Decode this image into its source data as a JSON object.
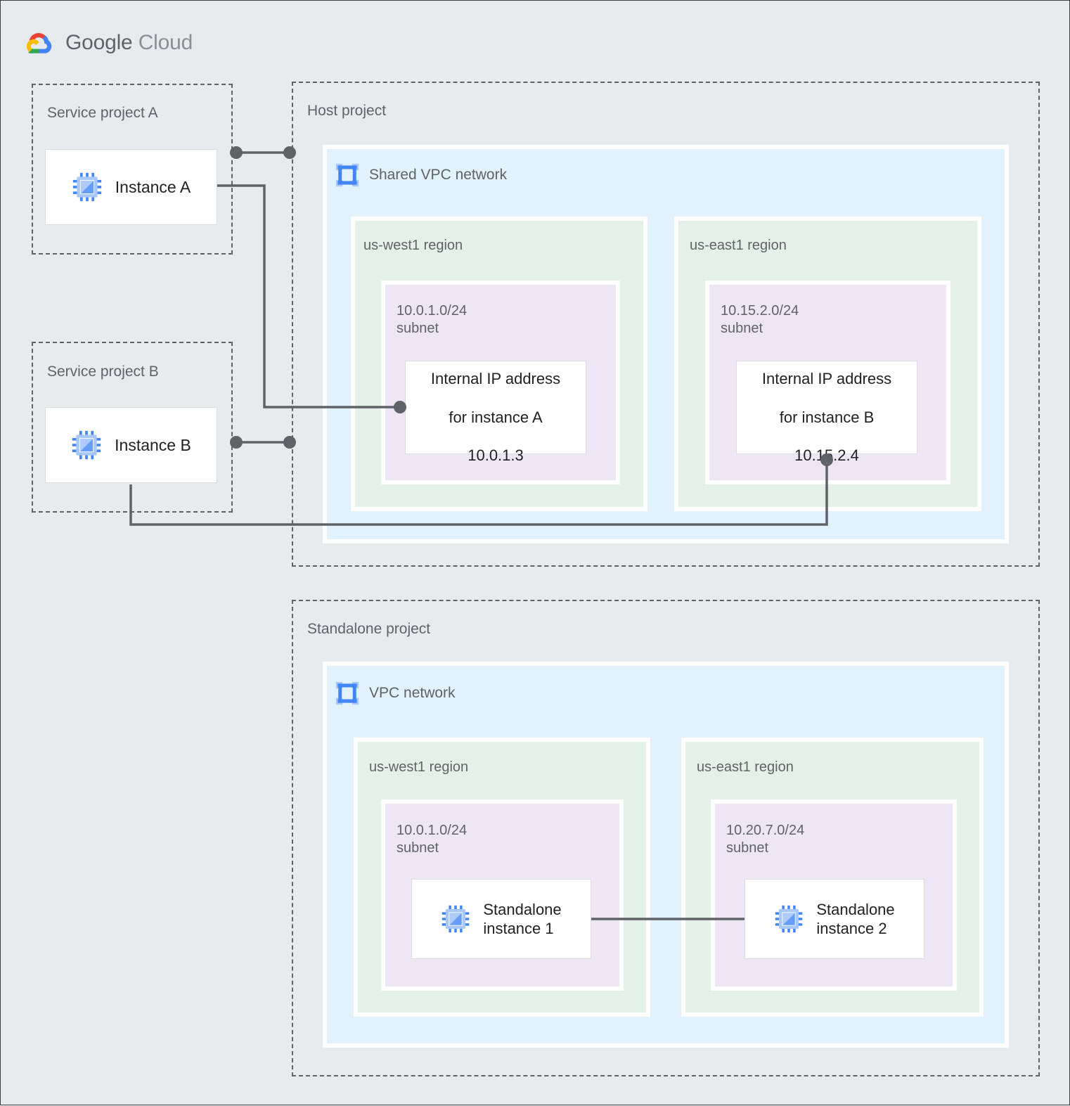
{
  "brand": {
    "name_bold": "Google",
    "name_light": "Cloud",
    "logo_icon": "google-cloud-logo",
    "colors": {
      "red": "#ea4335",
      "blue": "#4285f4",
      "yellow": "#fbbc04",
      "green": "#34a853"
    }
  },
  "palette": {
    "page_background": "#e8ebed",
    "vpc_fill": "#e1f2fc",
    "region_fill": "#e3f1e8",
    "subnet_fill": "#eee6f5",
    "card_fill": "#ffffff",
    "dashed_border": "#5f6368",
    "connector": "#5f6368",
    "label_text": "#5f6368",
    "card_text": "#202124",
    "icon_blue": "#4285f4",
    "icon_blue_light": "#a8c7fa"
  },
  "service_project_a": {
    "label": "Service project A",
    "instance": {
      "label": "Instance A",
      "icon": "vm-instance-icon"
    }
  },
  "service_project_b": {
    "label": "Service project B",
    "instance": {
      "label": "Instance B",
      "icon": "vm-instance-icon"
    }
  },
  "host_project": {
    "label": "Host project",
    "network": {
      "label": "Shared VPC network",
      "icon": "vpc-network-icon"
    },
    "regions": [
      {
        "label": "us-west1 region",
        "subnet": {
          "label": "10.0.1.0/24\nsubnet"
        },
        "card": {
          "line1": "Internal IP address",
          "line2": "for instance A",
          "line3": "10.0.1.3"
        }
      },
      {
        "label": "us-east1 region",
        "subnet": {
          "label": "10.15.2.0/24\nsubnet"
        },
        "card": {
          "line1": "Internal IP address",
          "line2": "for instance B",
          "line3": "10.15.2.4"
        }
      }
    ]
  },
  "standalone_project": {
    "label": "Standalone project",
    "network": {
      "label": "VPC network",
      "icon": "vpc-network-icon"
    },
    "regions": [
      {
        "label": "us-west1 region",
        "subnet": {
          "label": "10.0.1.0/24\nsubnet"
        },
        "instance": {
          "label": "Standalone\ninstance 1",
          "icon": "vm-instance-icon"
        }
      },
      {
        "label": "us-east1 region",
        "subnet": {
          "label": "10.20.7.0/24\nsubnet"
        },
        "instance": {
          "label": "Standalone\ninstance 2",
          "icon": "vm-instance-icon"
        }
      }
    ]
  }
}
